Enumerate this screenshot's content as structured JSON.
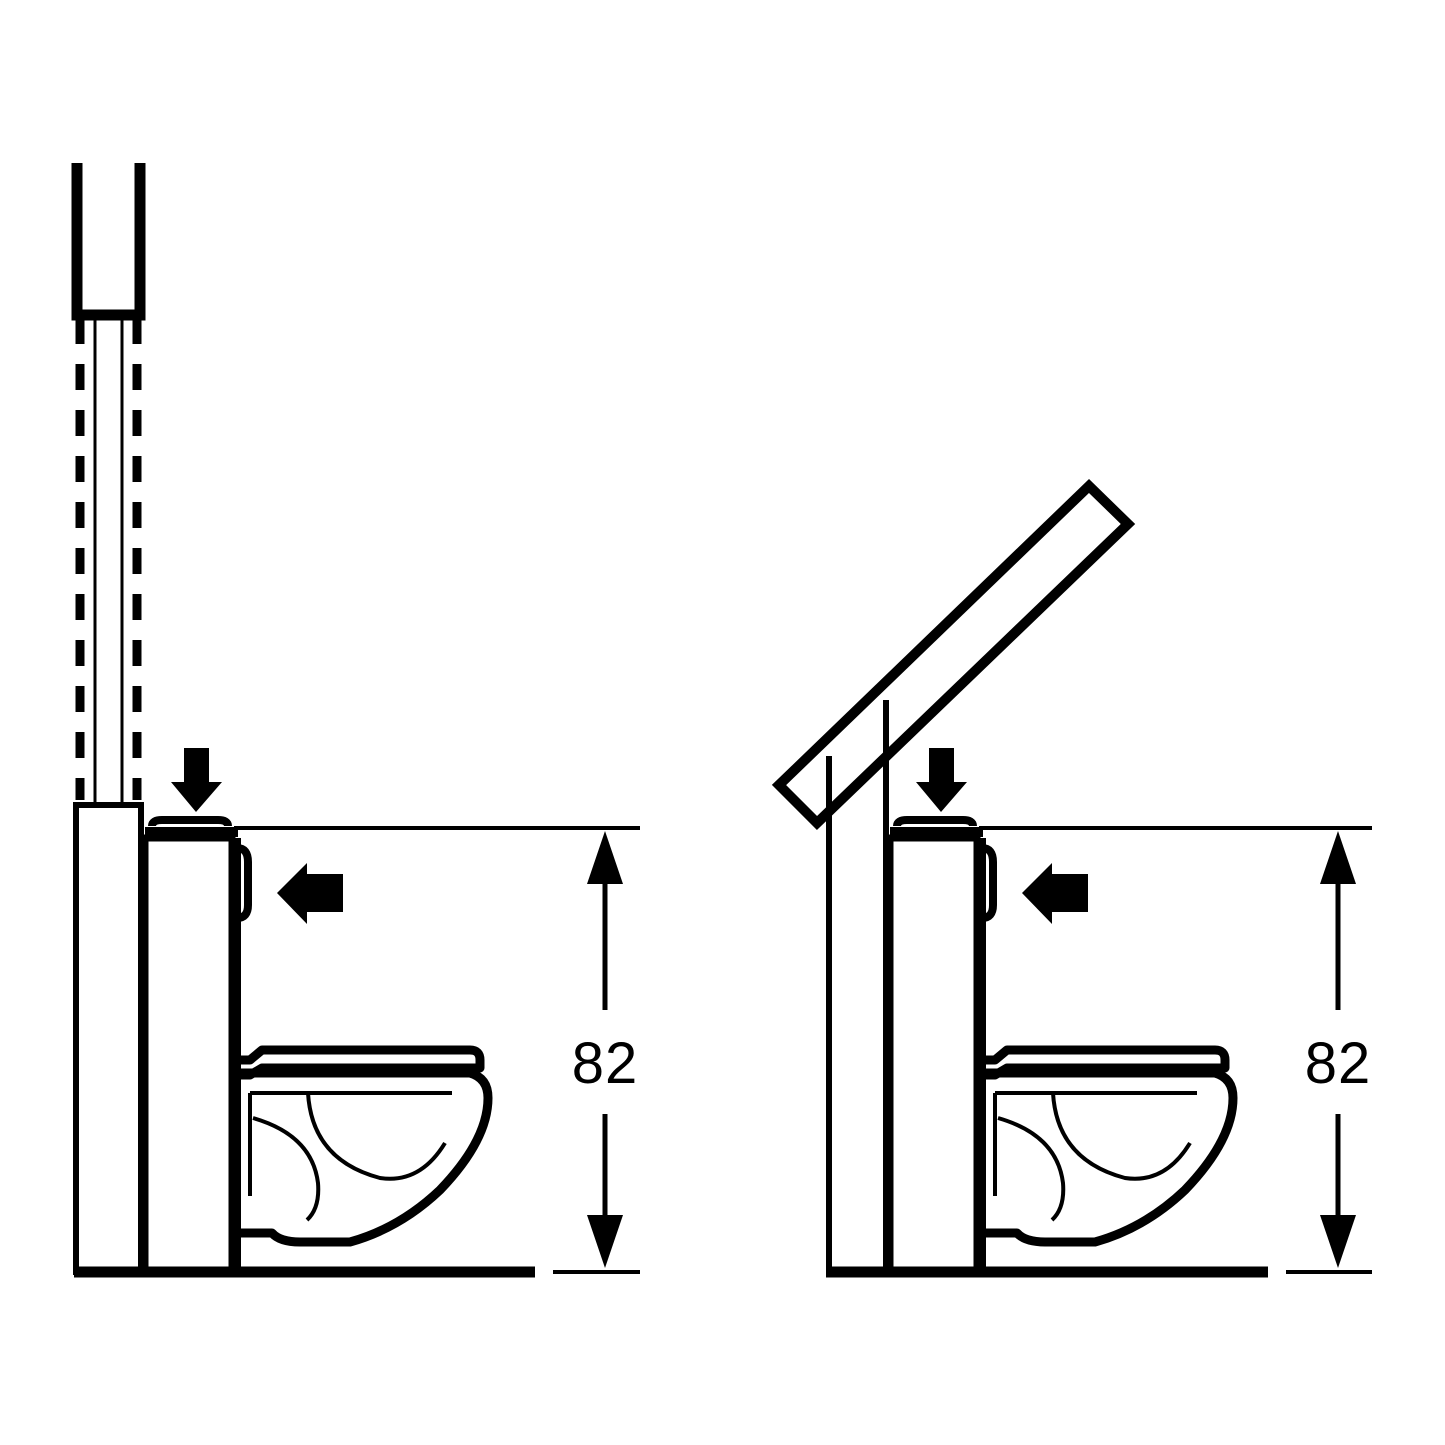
{
  "drawing": {
    "title": "Wall-hung WC with concealed cistern - installation height diagram",
    "background_color": "#ffffff",
    "line_color": "#000000",
    "units_note": "",
    "views": [
      {
        "id": "left-view",
        "name": "view-lid-closed",
        "description": "WC with seat and lid in closed position",
        "dimension": {
          "name": "installation-height",
          "value": "82",
          "label": "82",
          "orientation": "vertical",
          "arrows": "both-ends"
        },
        "callouts": [
          {
            "name": "press-down-arrow",
            "direction": "down",
            "symbol": "arrow-down"
          },
          {
            "name": "press-in-arrow",
            "direction": "left",
            "symbol": "arrow-left"
          }
        ],
        "parts": [
          {
            "name": "toilet-lid-closed",
            "type": "lid"
          },
          {
            "name": "wall-panel",
            "type": "wall"
          },
          {
            "name": "concealed-cistern",
            "type": "cistern"
          },
          {
            "name": "flush-actuator-plate",
            "type": "flush-plate"
          },
          {
            "name": "toilet-seat",
            "type": "seat"
          },
          {
            "name": "toilet-bowl",
            "type": "bowl"
          },
          {
            "name": "floor-line",
            "type": "floor"
          },
          {
            "name": "hidden-outline",
            "type": "dashed-lines"
          }
        ]
      },
      {
        "id": "right-view",
        "name": "view-lid-open",
        "description": "WC with lid tilted open against the wall",
        "dimension": {
          "name": "installation-height",
          "value": "82",
          "label": "82",
          "orientation": "vertical",
          "arrows": "both-ends"
        },
        "callouts": [
          {
            "name": "press-down-arrow",
            "direction": "down",
            "symbol": "arrow-down"
          },
          {
            "name": "press-in-arrow",
            "direction": "left",
            "symbol": "arrow-left"
          }
        ],
        "parts": [
          {
            "name": "toilet-lid-open",
            "type": "lid"
          },
          {
            "name": "wall-panel",
            "type": "wall"
          },
          {
            "name": "concealed-cistern",
            "type": "cistern"
          },
          {
            "name": "flush-actuator-plate",
            "type": "flush-plate"
          },
          {
            "name": "toilet-seat",
            "type": "seat"
          },
          {
            "name": "toilet-bowl",
            "type": "bowl"
          },
          {
            "name": "floor-line",
            "type": "floor"
          }
        ]
      }
    ]
  }
}
